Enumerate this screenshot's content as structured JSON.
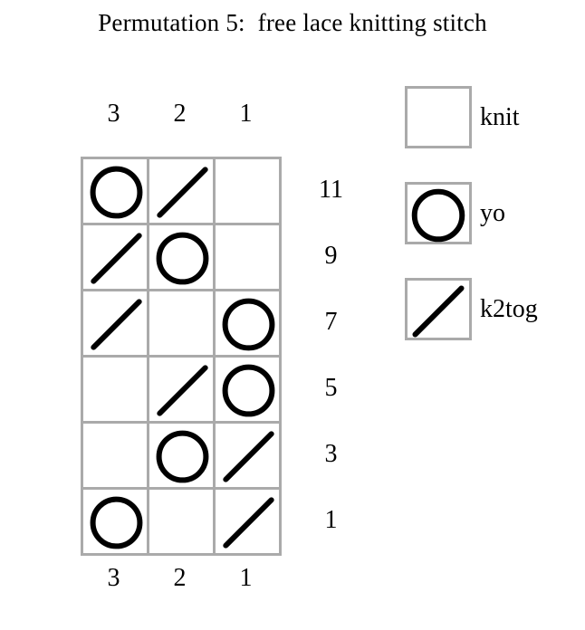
{
  "title": "Permutation 5:  free lace knitting stitch",
  "chart_data": {
    "type": "table",
    "title": "Permutation 5:  free lace knitting stitch",
    "subtitle": "",
    "xlabel": "",
    "ylabel": "",
    "description": "Lace knitting stitch chart, 3 stitch columns by 6 charted rows. Symbols: empty square = knit, circle = yo (yarn over), diagonal slash = k2tog.",
    "column_headers_top": [
      "3",
      "2",
      "1"
    ],
    "column_headers_bottom": [
      "3",
      "2",
      "1"
    ],
    "row_labels": [
      "11",
      "9",
      "7",
      "5",
      "3",
      "1"
    ],
    "symbol_key": {
      "knit": "empty",
      "yo": "circle",
      "k2tog": "slash"
    },
    "cells": [
      [
        "yo",
        "k2tog",
        "knit"
      ],
      [
        "k2tog",
        "yo",
        "knit"
      ],
      [
        "k2tog",
        "knit",
        "yo"
      ],
      [
        "knit",
        "k2tog",
        "yo"
      ],
      [
        "knit",
        "yo",
        "k2tog"
      ],
      [
        "yo",
        "knit",
        "k2tog"
      ]
    ],
    "legend_position": "right",
    "grid": true,
    "grid_color": "#aaaaaa",
    "symbol_color": "#000000"
  },
  "legend": {
    "items": [
      {
        "symbol": "knit",
        "label": "knit"
      },
      {
        "symbol": "yo",
        "label": "yo"
      },
      {
        "symbol": "k2tog",
        "label": "k2tog"
      }
    ]
  }
}
